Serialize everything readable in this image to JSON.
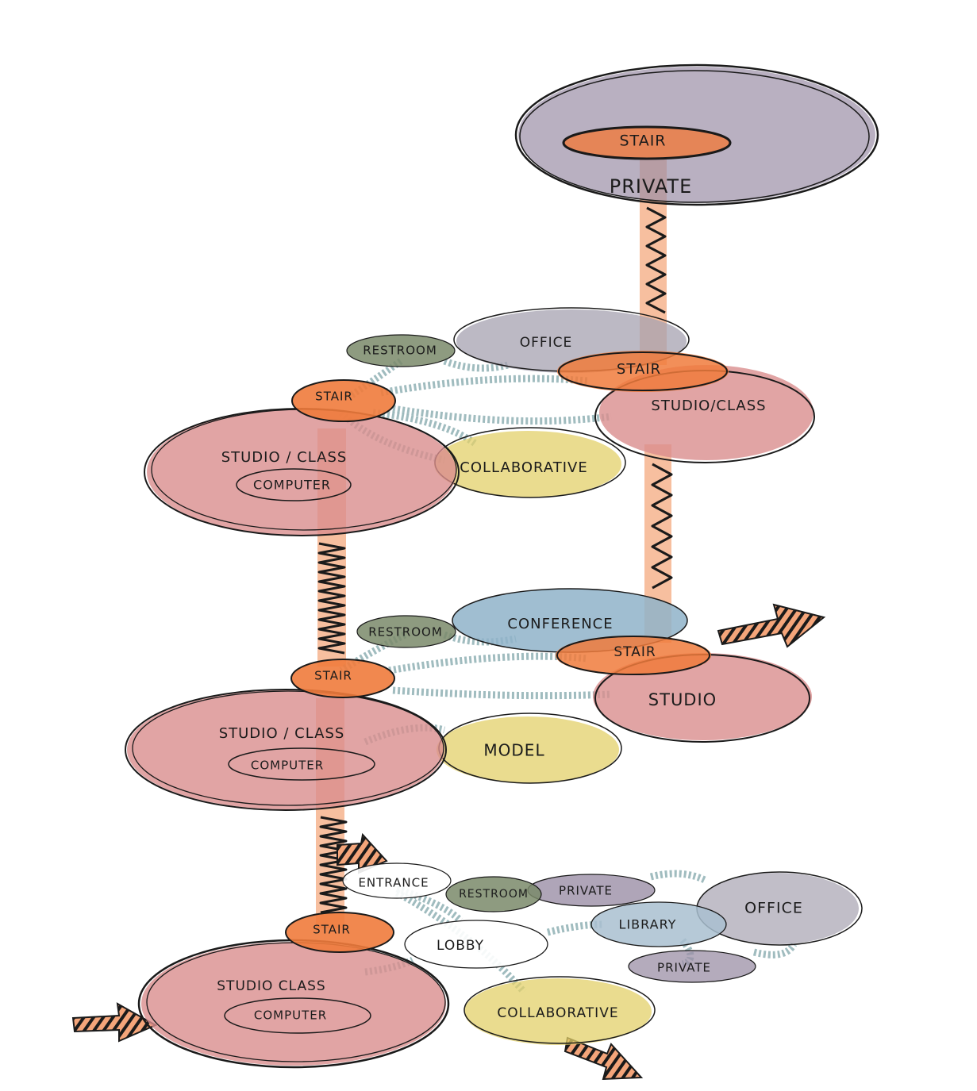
{
  "diagram": {
    "colors": {
      "studio": "#d98d8d",
      "stair": "#f07b3c",
      "private": "#9b8fa6",
      "office": "#a6a2b0",
      "restroom": "#7a8a6a",
      "collaborative": "#e3d06a",
      "conference": "#8fb3c9",
      "library": "#a9c0d0",
      "model": "#e3d06a",
      "ink": "#1a1a1a",
      "connector": "#8fb0b4"
    },
    "levels": [
      {
        "level": "top",
        "spaces": {
          "private": "PRIVATE",
          "stair": "STAIR"
        }
      },
      {
        "level": "third",
        "spaces": {
          "restroom": "RESTROOM",
          "office": "OFFICE",
          "stair_right": "STAIR",
          "stair_left": "STAIR",
          "studio_class_right": "STUDIO/CLASS",
          "studio_class_left": "STUDIO / CLASS",
          "computer": "COMPUTER",
          "collaborative": "COLLABORATIVE"
        }
      },
      {
        "level": "second",
        "spaces": {
          "restroom": "RESTROOM",
          "conference": "CONFERENCE",
          "stair_right": "STAIR",
          "stair_left": "STAIR",
          "studio": "STUDIO",
          "studio_class": "STUDIO / CLASS",
          "computer": "COMPUTER",
          "model": "MODEL"
        }
      },
      {
        "level": "ground",
        "spaces": {
          "entrance": "ENTRANCE",
          "restroom": "RESTROOM",
          "private_top": "PRIVATE",
          "office": "OFFICE",
          "library": "LIBRARY",
          "stair": "STAIR",
          "lobby": "LOBBY",
          "private_bottom": "PRIVATE",
          "studio_class": "STUDIO CLASS",
          "computer": "COMPUTER",
          "collaborative": "COLLABORATIVE"
        }
      }
    ]
  }
}
